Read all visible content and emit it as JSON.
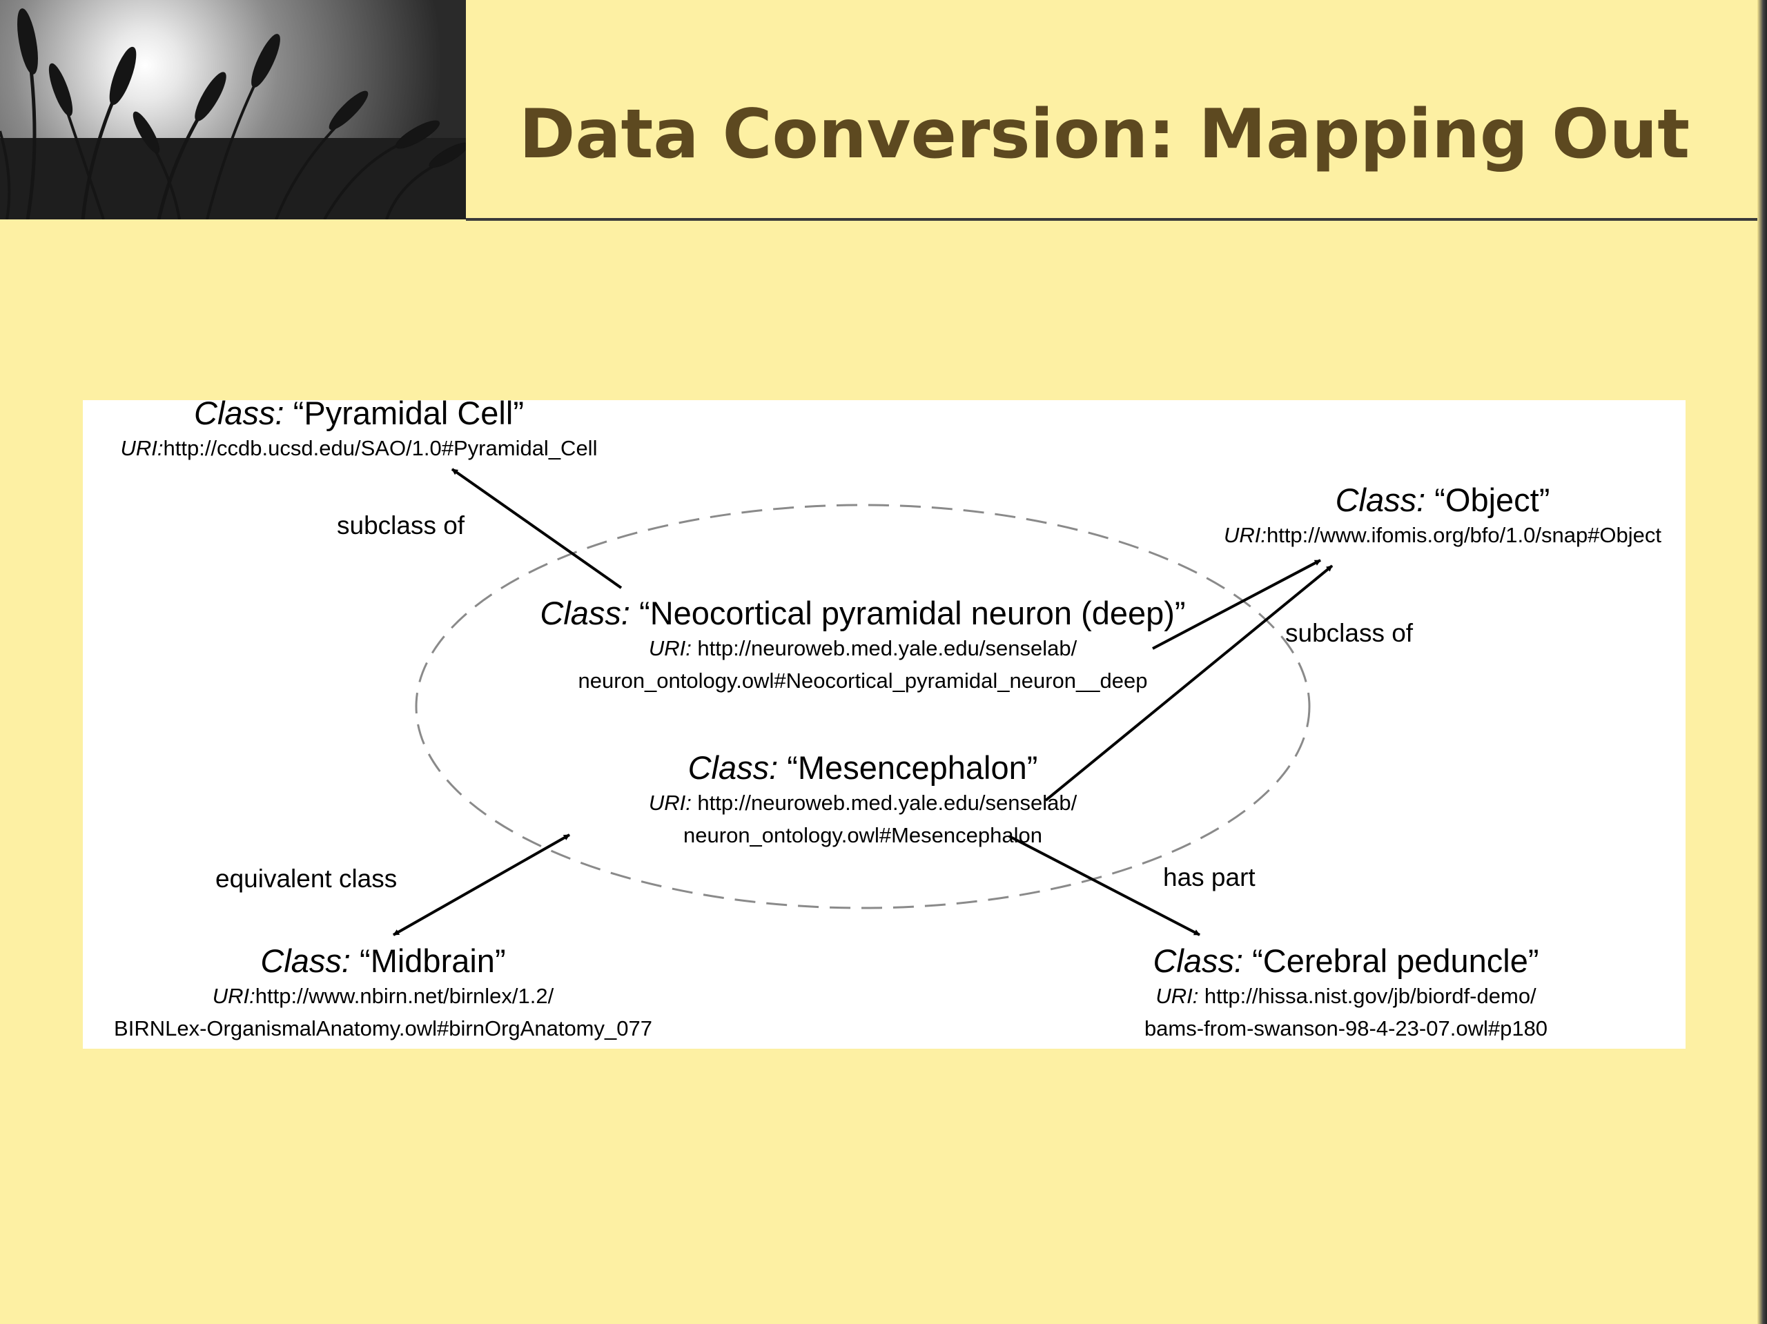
{
  "slide": {
    "title": "Data Conversion: Mapping Out"
  },
  "colors": {
    "background": "#fdf0a3",
    "title": "#5d4920",
    "diagram_bg": "#ffffff"
  },
  "diagram": {
    "nodes": {
      "pyramidal_cell": {
        "class_prefix": "Class:",
        "class_name": "“Pyramidal Cell”",
        "uri_prefix": "URI:",
        "uri_line1": "http://ccdb.ucsd.edu/SAO/1.0#Pyramidal_Cell",
        "uri_line2": ""
      },
      "object": {
        "class_prefix": "Class:",
        "class_name": "“Object”",
        "uri_prefix": "URI:",
        "uri_line1": "http://www.ifomis.org/bfo/1.0/snap#Object",
        "uri_line2": ""
      },
      "neocortical": {
        "class_prefix": "Class:",
        "class_name": "“Neocortical pyramidal neuron (deep)”",
        "uri_prefix": "URI:",
        "uri_line1": " http://neuroweb.med.yale.edu/senselab/",
        "uri_line2": "neuron_ontology.owl#Neocortical_pyramidal_neuron__deep"
      },
      "mesencephalon": {
        "class_prefix": "Class:",
        "class_name": "“Mesencephalon”",
        "uri_prefix": "URI:",
        "uri_line1": " http://neuroweb.med.yale.edu/senselab/",
        "uri_line2": "neuron_ontology.owl#Mesencephalon"
      },
      "midbrain": {
        "class_prefix": "Class:",
        "class_name": "“Midbrain”",
        "uri_prefix": "URI:",
        "uri_line1": "http://www.nbirn.net/birnlex/1.2/",
        "uri_line2": "BIRNLex-OrganismalAnatomy.owl#birnOrgAnatomy_077"
      },
      "cerebral_peduncle": {
        "class_prefix": "Class:",
        "class_name": "“Cerebral peduncle”",
        "uri_prefix": "URI:",
        "uri_line1": " http://hissa.nist.gov/jb/biordf-demo/",
        "uri_line2": "bams-from-swanson-98-4-23-07.owl#p180"
      }
    },
    "relations": {
      "subclass_of_left": "subclass of",
      "subclass_of_right": "subclass of",
      "equivalent_class": "equivalent class",
      "has_part": "has part"
    }
  }
}
